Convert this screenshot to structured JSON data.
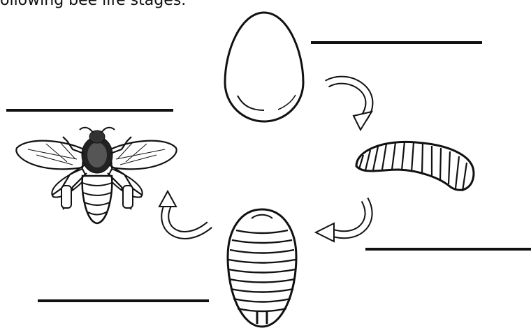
{
  "instruction": "ollowing bee life stages.",
  "stages": [
    {
      "name": "egg",
      "icon": "egg-icon"
    },
    {
      "name": "larva",
      "icon": "larva-icon"
    },
    {
      "name": "pupa",
      "icon": "pupa-icon"
    },
    {
      "name": "adult bee",
      "icon": "bee-icon"
    }
  ],
  "answer_blanks": [
    "",
    "",
    "",
    ""
  ],
  "arrows": [
    "egg-to-larva",
    "larva-to-pupa",
    "pupa-to-adult"
  ],
  "colors": {
    "ink": "#111111",
    "paper": "#ffffff"
  }
}
